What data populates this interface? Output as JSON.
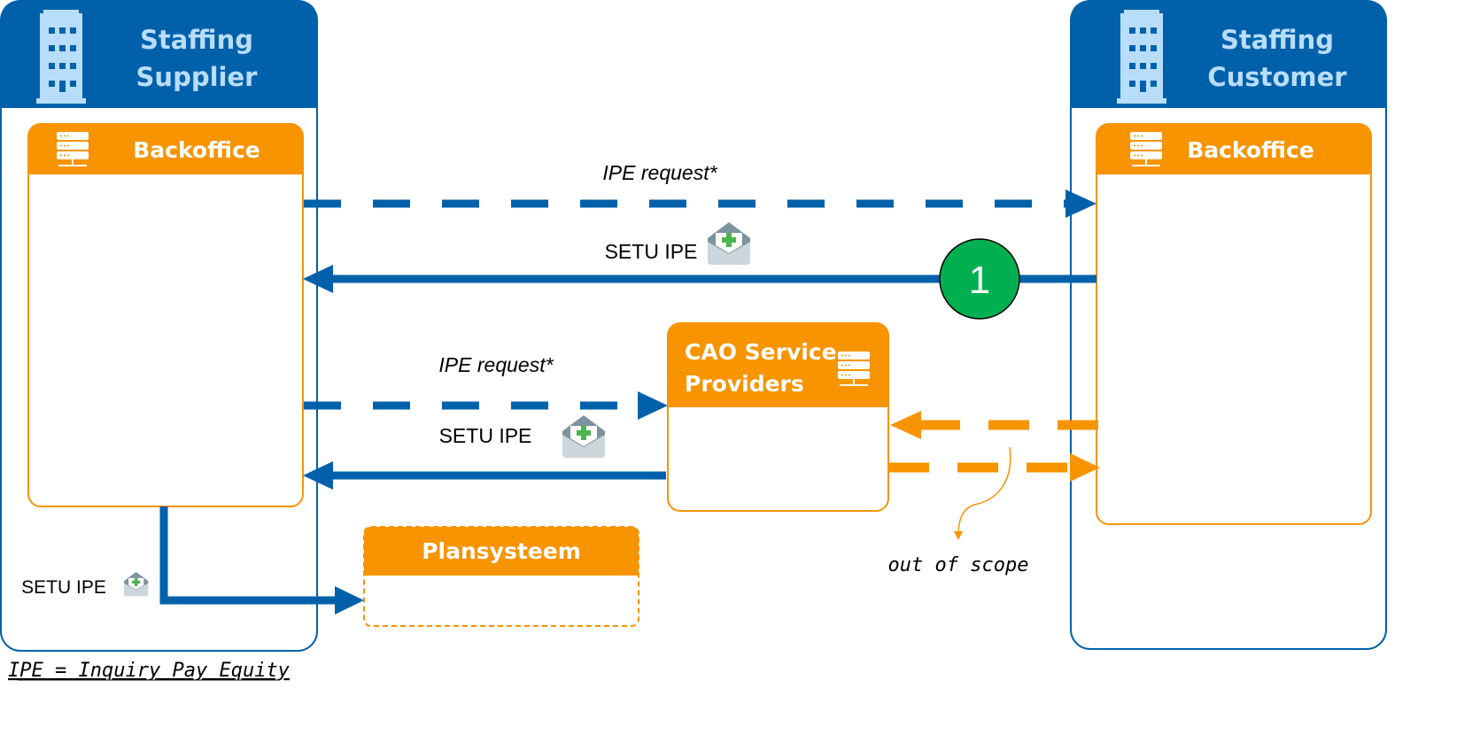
{
  "colors": {
    "blue": "#0061AA",
    "light_blue": "#B8DDFB",
    "orange": "#F79400",
    "green": "#00B050"
  },
  "supplier": {
    "title_line1": "Staffing",
    "title_line2": "Supplier",
    "icon": "building-icon",
    "backoffice": {
      "label": "Backoffice",
      "icon": "server-icon"
    }
  },
  "customer": {
    "title_line1": "Staffing",
    "title_line2": "Customer",
    "icon": "building-icon",
    "backoffice": {
      "label": "Backoffice",
      "icon": "server-icon"
    }
  },
  "cao": {
    "label_line1": "CAO Service",
    "label_line2": "Providers",
    "icon": "server-icon"
  },
  "plansysteem": {
    "label": "Plansysteem"
  },
  "flows": {
    "top_request": "IPE request*",
    "top_response": "SETU IPE",
    "step_number": "1",
    "cao_request": "IPE request*",
    "cao_response": "SETU IPE",
    "plan_message": "SETU IPE",
    "envelope_icon": "envelope-plus-icon"
  },
  "out_of_scope": "out of scope",
  "legend": "IPE = Inquiry Pay Equity"
}
